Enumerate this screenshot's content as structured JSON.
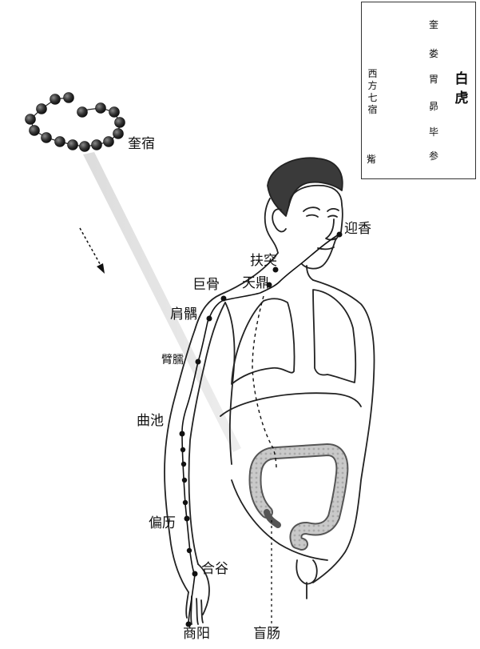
{
  "diagram": {
    "constellation_label": "奎宿",
    "acupoints": {
      "yingxiang": "迎香",
      "futu": "扶突",
      "jugu": "巨骨",
      "tianding": "天鼎",
      "jianyu": "肩髃",
      "binao": "臂臑",
      "quchi": "曲池",
      "pianli": "偏历",
      "hegu": "合谷",
      "shangyang": "商阳"
    },
    "organ_label": "盲肠"
  },
  "legend": {
    "title": "白虎",
    "group_label": "西方七宿",
    "mansions": [
      "奎",
      "娄",
      "胃",
      "昴",
      "毕",
      "参"
    ],
    "extra_mansion": "觜"
  }
}
